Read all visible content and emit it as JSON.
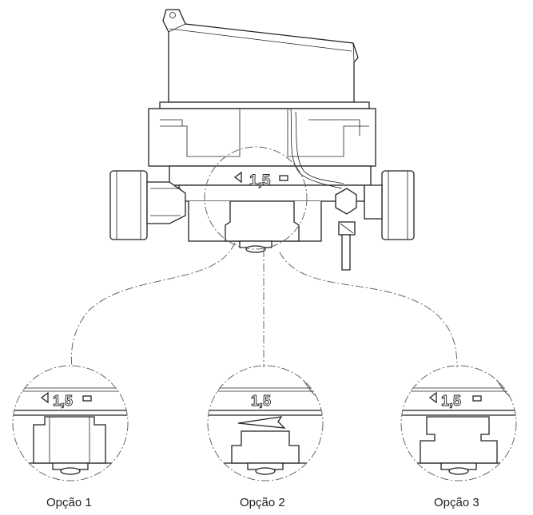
{
  "marking": "1,5",
  "options": [
    {
      "label": "Opção 1"
    },
    {
      "label": "Opção 2"
    },
    {
      "label": "Opção 3"
    }
  ]
}
